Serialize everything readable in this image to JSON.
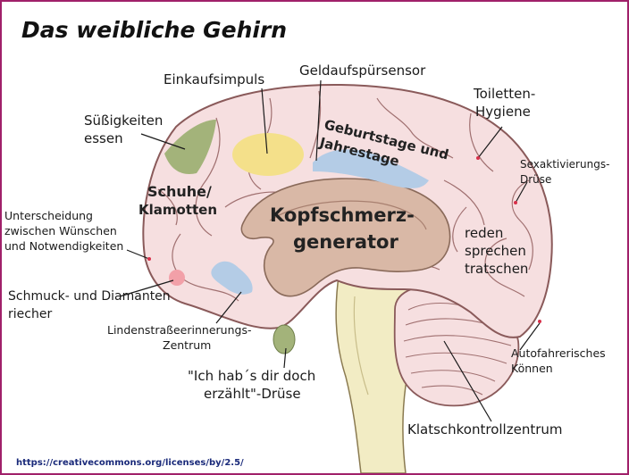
{
  "title": "Das weibliche Gehirn",
  "footer": "https://creativecommons.org/licenses/by/2.5/",
  "labels": {
    "einkauf": "Einkaufsimpuls",
    "geld": "Geldaufspürsensor",
    "toilette_1": "Toiletten-",
    "toilette_2": "Hygiene",
    "suess_1": "Süßigkeiten",
    "suess_2": "essen",
    "geburt_1": "Geburtstage und",
    "geburt_2": "Jahrestage",
    "sex_1": "Sexaktivierungs-",
    "sex_2": "Drüse",
    "schuhe_1": "Schuhe/",
    "schuhe_2": "Klamotten",
    "unter_1": "Unterscheidung",
    "unter_2": "zwischen Wünschen",
    "unter_3": "und Notwendigkeiten",
    "kopf_1": "Kopfschmerz-",
    "kopf_2": "generator",
    "reden_1": "reden",
    "reden_2": "sprechen",
    "reden_3": "tratschen",
    "schmuck_1": "Schmuck- und Diamanten",
    "schmuck_2": "riecher",
    "linden_1": "Lindenstraßeerinnerungs-",
    "linden_2": "Zentrum",
    "auto_1": "Autofahrerisches",
    "auto_2": "Können",
    "ich_1": "\"Ich hab´s dir doch",
    "ich_2": "erzählt\"-Drüse",
    "klatsch": "Klatschkontrollzentrum"
  },
  "colors": {
    "border": "#a0206a",
    "brain": "#f6dfe0",
    "brain_outline": "#8a5a5a",
    "inner": "#d9b8a6",
    "stem": "#f2ecc4",
    "green": "#a3b37a",
    "yellow": "#f4e08a",
    "blue": "#b4cce6",
    "pink": "#f2a0a8",
    "dot": "#d8304a"
  }
}
